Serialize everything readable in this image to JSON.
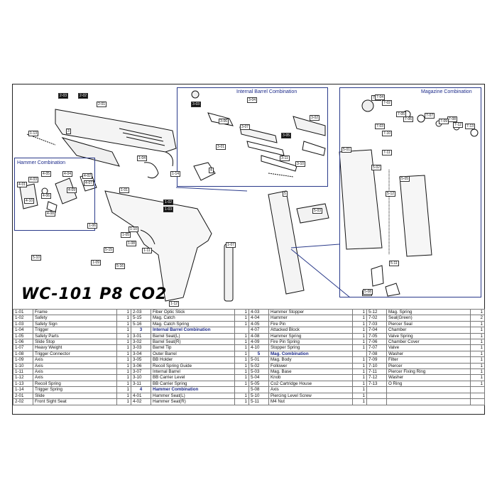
{
  "model_title": "WC-101  P8 CO2",
  "boxes": {
    "hammer": "Hammer Combination",
    "internal_barrel": "Internal Barrel Combination",
    "magazine": "Magazine Combination"
  },
  "callouts": [
    "1-01",
    "1-02",
    "1-03",
    "1-04",
    "1-05",
    "1-06",
    "1-07",
    "1-08",
    "1-09",
    "1-10",
    "1-11",
    "1-12",
    "1-13",
    "1-14",
    "2-01",
    "2-02",
    "2-03",
    "3",
    "3-01",
    "3-02",
    "3-03",
    "3-04",
    "3-05",
    "3-06",
    "3-07",
    "3-10",
    "3-11",
    "4",
    "4-01",
    "4-02",
    "4-03",
    "4-04",
    "4-05",
    "4-06",
    "4-07",
    "4-08",
    "4-09",
    "4-10",
    "5",
    "5-01",
    "5-02",
    "5-03",
    "5-04",
    "5-05",
    "5-08",
    "5-10",
    "5-11",
    "5-12",
    "5-15",
    "5-16",
    "7-01",
    "7-02",
    "7-03",
    "7-04",
    "7-05",
    "7-06",
    "7-07",
    "7-08",
    "7-09",
    "7-10",
    "7-11",
    "7-12",
    "7-13"
  ],
  "parts_rows": [
    [
      [
        "1-01",
        "Frame",
        "1"
      ],
      [
        "2-03",
        "Fiber Optic Stick",
        "1"
      ],
      [
        "4-03",
        "Hammer Stopper",
        "1"
      ],
      [
        "5-12",
        "Mag. Spring",
        "1"
      ]
    ],
    [
      [
        "1-02",
        "Safety",
        "1"
      ],
      [
        "5-15",
        "Mag. Catch",
        "1"
      ],
      [
        "4-04",
        "Hammer",
        "1"
      ],
      [
        "7-02",
        "Seal(Green)",
        "2"
      ]
    ],
    [
      [
        "1-03",
        "Safety Sign",
        "1"
      ],
      [
        "5-16",
        "Mag. Catch Spring",
        "1"
      ],
      [
        "4-05",
        "Fire Pin",
        "1"
      ],
      [
        "7-03",
        "Piercer Seal",
        "1"
      ]
    ],
    [
      [
        "1-04",
        "Trigger",
        "1"
      ],
      [
        "3",
        "Internal Barrel Combination",
        ""
      ],
      [
        "4-07",
        "Attacked Block",
        "1"
      ],
      [
        "7-04",
        "Chamber",
        "1"
      ]
    ],
    [
      [
        "1-05",
        "Safety Parts",
        "1"
      ],
      [
        "3-01",
        "Barrel Seat(L)",
        "1"
      ],
      [
        "4-08",
        "Hammer Spring",
        "1"
      ],
      [
        "7-05",
        "Valve Spring",
        "1"
      ]
    ],
    [
      [
        "1-06",
        "Slide Stop",
        "1"
      ],
      [
        "3-02",
        "Barrel Seat(R)",
        "1"
      ],
      [
        "4-09",
        "Fire Pin Spring",
        "1"
      ],
      [
        "7-06",
        "Chamber Cover",
        "1"
      ]
    ],
    [
      [
        "1-07",
        "Heavy Weight",
        "1"
      ],
      [
        "3-03",
        "Barrel Tip",
        "1"
      ],
      [
        "4-10",
        "Stopper Spring",
        "1"
      ],
      [
        "7-07",
        "Valve",
        "1"
      ]
    ],
    [
      [
        "1-08",
        "Trigger Connector",
        "1"
      ],
      [
        "3-04",
        "Outer Barrel",
        "1"
      ],
      [
        "5",
        "Mag. Combination",
        ""
      ],
      [
        "7-08",
        "Washer",
        "1"
      ]
    ],
    [
      [
        "1-09",
        "Axis",
        "1"
      ],
      [
        "3-05",
        "BB Holder",
        "1"
      ],
      [
        "5-01",
        "Mag. Body",
        "1"
      ],
      [
        "7-09",
        "Filter",
        "1"
      ]
    ],
    [
      [
        "1-10",
        "Axis",
        "1"
      ],
      [
        "3-06",
        "Recoil Spring Guide",
        "1"
      ],
      [
        "5-02",
        "Follower",
        "1"
      ],
      [
        "7-10",
        "Piercer",
        "1"
      ]
    ],
    [
      [
        "1-11",
        "Axis",
        "1"
      ],
      [
        "3-07",
        "Internal Barrel",
        "1"
      ],
      [
        "5-03",
        "Mag. Base",
        "1"
      ],
      [
        "7-11",
        "Piercer Fixing Ring",
        "1"
      ]
    ],
    [
      [
        "1-12",
        "Axis",
        "1"
      ],
      [
        "3-10",
        "BB Carrier Level",
        "1"
      ],
      [
        "5-04",
        "Knob",
        "1"
      ],
      [
        "7-12",
        "Washer",
        "1"
      ]
    ],
    [
      [
        "1-13",
        "Recoil Spring",
        "1"
      ],
      [
        "3-11",
        "BB Carrier Spring",
        "1"
      ],
      [
        "5-05",
        "Co2 Cartridge House",
        "1"
      ],
      [
        "7-13",
        "O Ring",
        "1"
      ]
    ],
    [
      [
        "1-14",
        "Trigger Spring",
        "1"
      ],
      [
        "4",
        "Hammer Combination",
        ""
      ],
      [
        "5-08",
        "Axis",
        "1"
      ],
      [
        "",
        "",
        ""
      ]
    ],
    [
      [
        "2-01",
        "Slide",
        "1"
      ],
      [
        "4-01",
        "Hammer Seat(L)",
        "1"
      ],
      [
        "5-10",
        "Piercing Level Screw",
        "1"
      ],
      [
        "",
        "",
        ""
      ]
    ],
    [
      [
        "2-02",
        "Front Sight Seat",
        "1"
      ],
      [
        "4-02",
        "Hammer Seat(R)",
        "1"
      ],
      [
        "5-11",
        "M4 Nut",
        "1"
      ],
      [
        "",
        "",
        ""
      ]
    ]
  ],
  "section_ids": [
    "3",
    "4",
    "5"
  ]
}
